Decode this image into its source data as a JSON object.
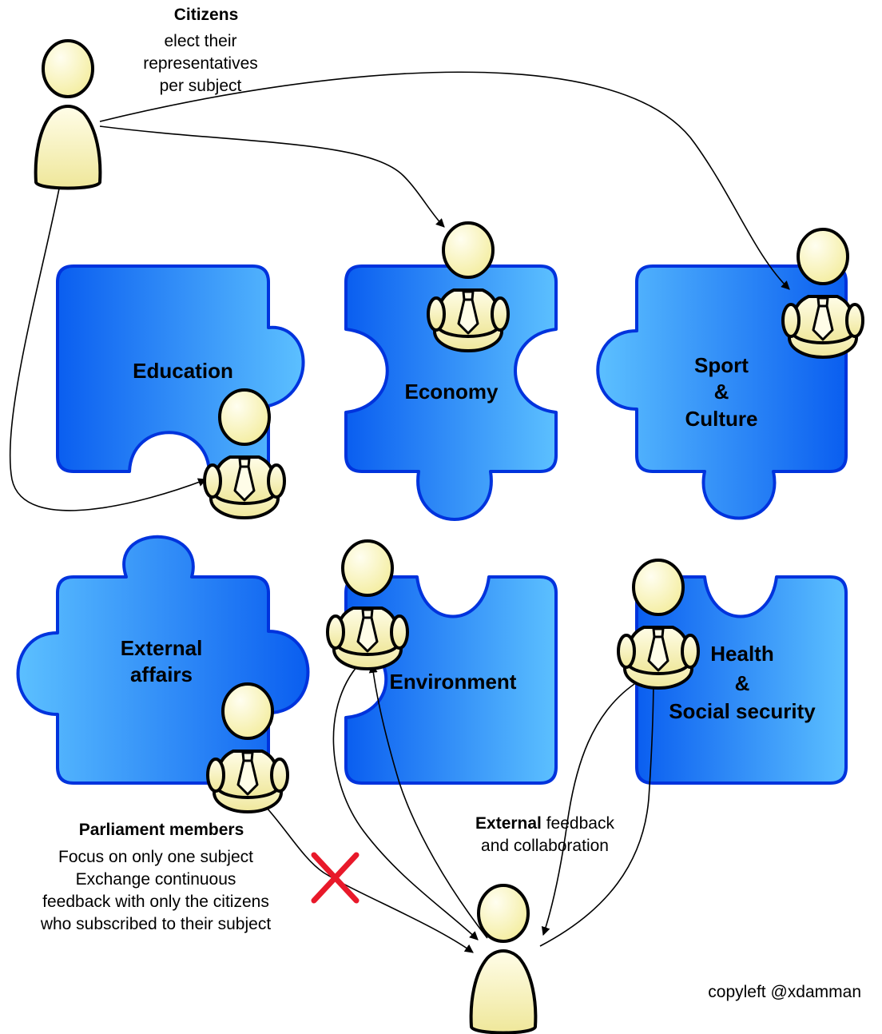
{
  "citizens": {
    "title": "Citizens",
    "lines": [
      "elect their",
      "representatives",
      "per subject"
    ]
  },
  "subjects": [
    {
      "id": "education",
      "lines": [
        "Education"
      ]
    },
    {
      "id": "economy",
      "lines": [
        "Economy"
      ]
    },
    {
      "id": "sport-culture",
      "lines": [
        "Sport",
        "&",
        "Culture"
      ]
    },
    {
      "id": "external-affairs",
      "lines": [
        "External",
        "affairs"
      ]
    },
    {
      "id": "environment",
      "lines": [
        "Environment"
      ]
    },
    {
      "id": "health-social",
      "lines": [
        "Health",
        "&",
        "Social security"
      ]
    }
  ],
  "parliament": {
    "title": "Parliament members",
    "lines": [
      "Focus on only one subject",
      "Exchange continuous",
      "feedback with only the citizens",
      "who subscribed to their subject"
    ]
  },
  "external": {
    "bold": "External",
    "rest": " feedback",
    "line2": "and collaboration"
  },
  "copyleft": "copyleft @xdamman",
  "colors": {
    "piece_dark": "#0a5ef0",
    "piece_light": "#5cc0ff",
    "piece_stroke": "#0033dd",
    "person_fill": "#fbf7c0",
    "cross": "#e8192a"
  }
}
